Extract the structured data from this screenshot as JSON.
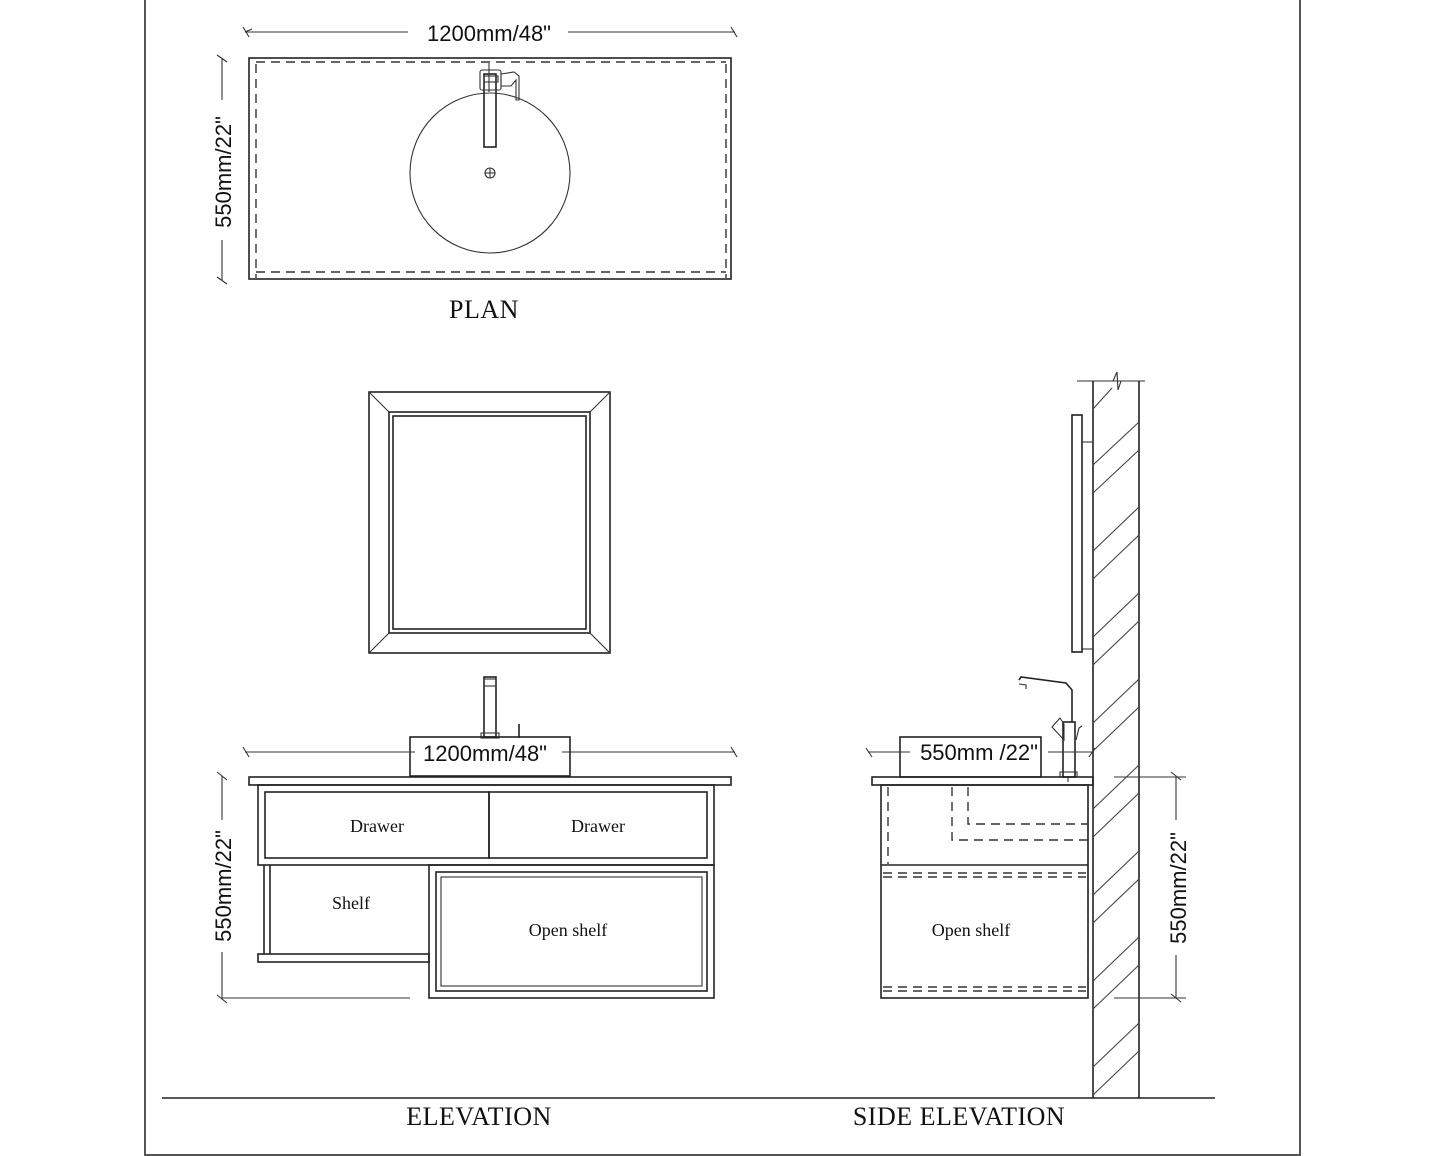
{
  "plan": {
    "title": "PLAN",
    "width_dimension": "1200mm/48\"",
    "depth_dimension": "550mm/22\""
  },
  "elevation": {
    "title": "ELEVATION",
    "width_dimension": "1200mm/48\"",
    "height_dimension": "550mm/22\"",
    "compartments": [
      {
        "label": "Drawer"
      },
      {
        "label": "Drawer"
      },
      {
        "label": "Shelf"
      },
      {
        "label": "Open shelf"
      }
    ]
  },
  "side_elevation": {
    "title": "SIDE ELEVATION",
    "depth_dimension": "550mm /22\"",
    "height_dimension": "550mm/22\"",
    "compartments": [
      {
        "label": "Open shelf"
      }
    ]
  },
  "colors": {
    "line": "#222222",
    "background": "#ffffff"
  }
}
